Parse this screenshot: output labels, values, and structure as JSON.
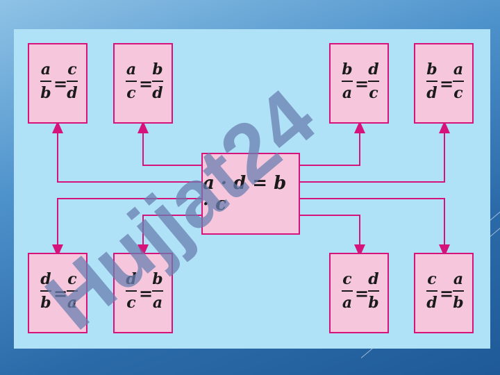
{
  "center": {
    "formula": "a · d = b · c"
  },
  "boxes": [
    {
      "num1": "a",
      "den1": "b",
      "op": "=",
      "num2": "c",
      "den2": "d"
    },
    {
      "num1": "a",
      "den1": "c",
      "op": "=",
      "num2": "b",
      "den2": "d"
    },
    {
      "num1": "b",
      "den1": "a",
      "op": "=",
      "num2": "d",
      "den2": "c"
    },
    {
      "num1": "b",
      "den1": "d",
      "op": "=",
      "num2": "a",
      "den2": "c"
    },
    {
      "num1": "d",
      "den1": "b",
      "op": "=",
      "num2": "c",
      "den2": "a"
    },
    {
      "num1": "d",
      "den1": "c",
      "op": "=",
      "num2": "b",
      "den2": "a"
    },
    {
      "num1": "c",
      "den1": "a",
      "op": "=",
      "num2": "d",
      "den2": "b"
    },
    {
      "num1": "c",
      "den1": "d",
      "op": "=",
      "num2": "a",
      "den2": "b"
    }
  ],
  "watermark": {
    "text": "Hujjat24",
    "color": "#6a7fb0"
  },
  "colors": {
    "box_fill": "#f6c7dc",
    "box_border": "#d6137a",
    "panel": "#b0e2f7",
    "wire": "#d6137a"
  }
}
